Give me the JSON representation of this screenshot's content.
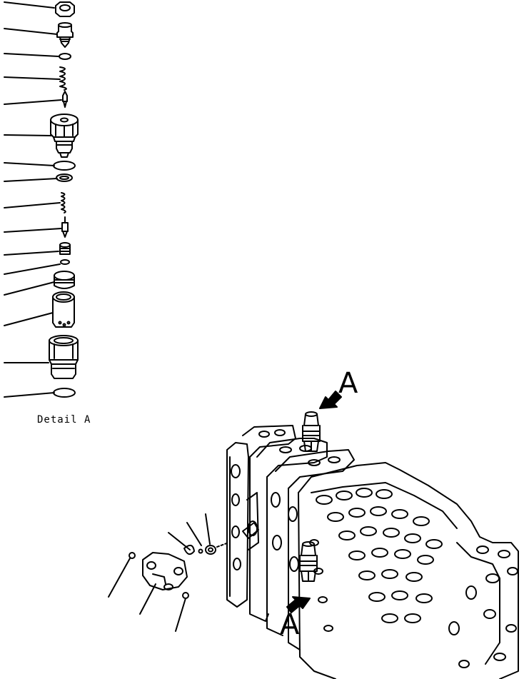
{
  "labels": {
    "detail": "Detail A",
    "view_marker_top": "A",
    "view_marker_bottom": "A"
  },
  "colors": {
    "ink": "#000000",
    "paper": "#ffffff"
  }
}
